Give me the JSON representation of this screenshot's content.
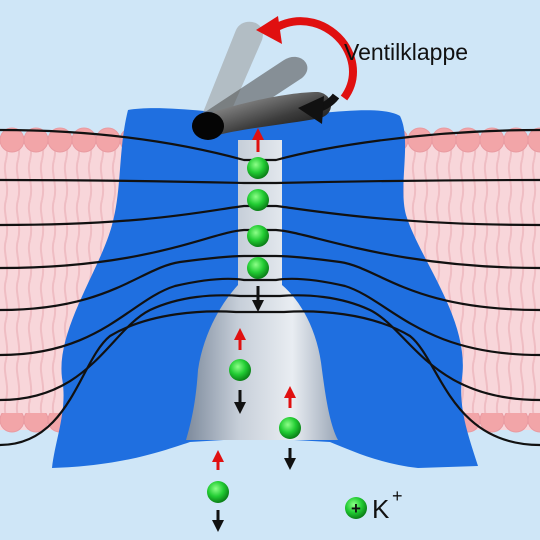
{
  "labels": {
    "valve": "Ventilklappe",
    "legend_ion": "K",
    "legend_charge": "+",
    "ion_sign": "+"
  },
  "colors": {
    "background": "#cfe6f7",
    "membrane_head": "#f2a5a8",
    "membrane_tail": "#f8d6da",
    "channel": "#1f6fe0",
    "pore": "#a9b4c2",
    "ion": "#22cc33",
    "arrow_up": "#e01010",
    "arrow_down": "#111111",
    "field_line": "#111111"
  },
  "ions_in_filter": 4,
  "ions_in_cavity": 2,
  "ions_below": 1
}
